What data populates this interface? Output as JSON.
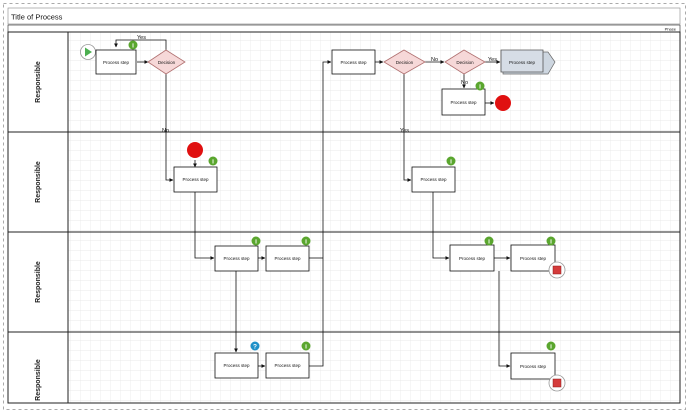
{
  "title": "Title of Process",
  "phase_label": "Phase",
  "lanes": [
    "Responsible",
    "Responsible",
    "Responsible",
    "Responsible"
  ],
  "step_label": "Process step",
  "decision_label": "Decision",
  "connector_labels": {
    "yes": "Yes",
    "no": "No"
  },
  "badges": {
    "info": "i",
    "help": "?"
  },
  "colors": {
    "grid": "#e4e4e4",
    "lane_border": "#222222",
    "decision_fill": "#f6d8d8",
    "decision_stroke": "#b07070",
    "start_green": "#4caf50",
    "end_red": "#e01010",
    "info_green": "#5aa62e",
    "help_blue": "#1e90c8",
    "offpage_fill": "#d6dde6"
  }
}
